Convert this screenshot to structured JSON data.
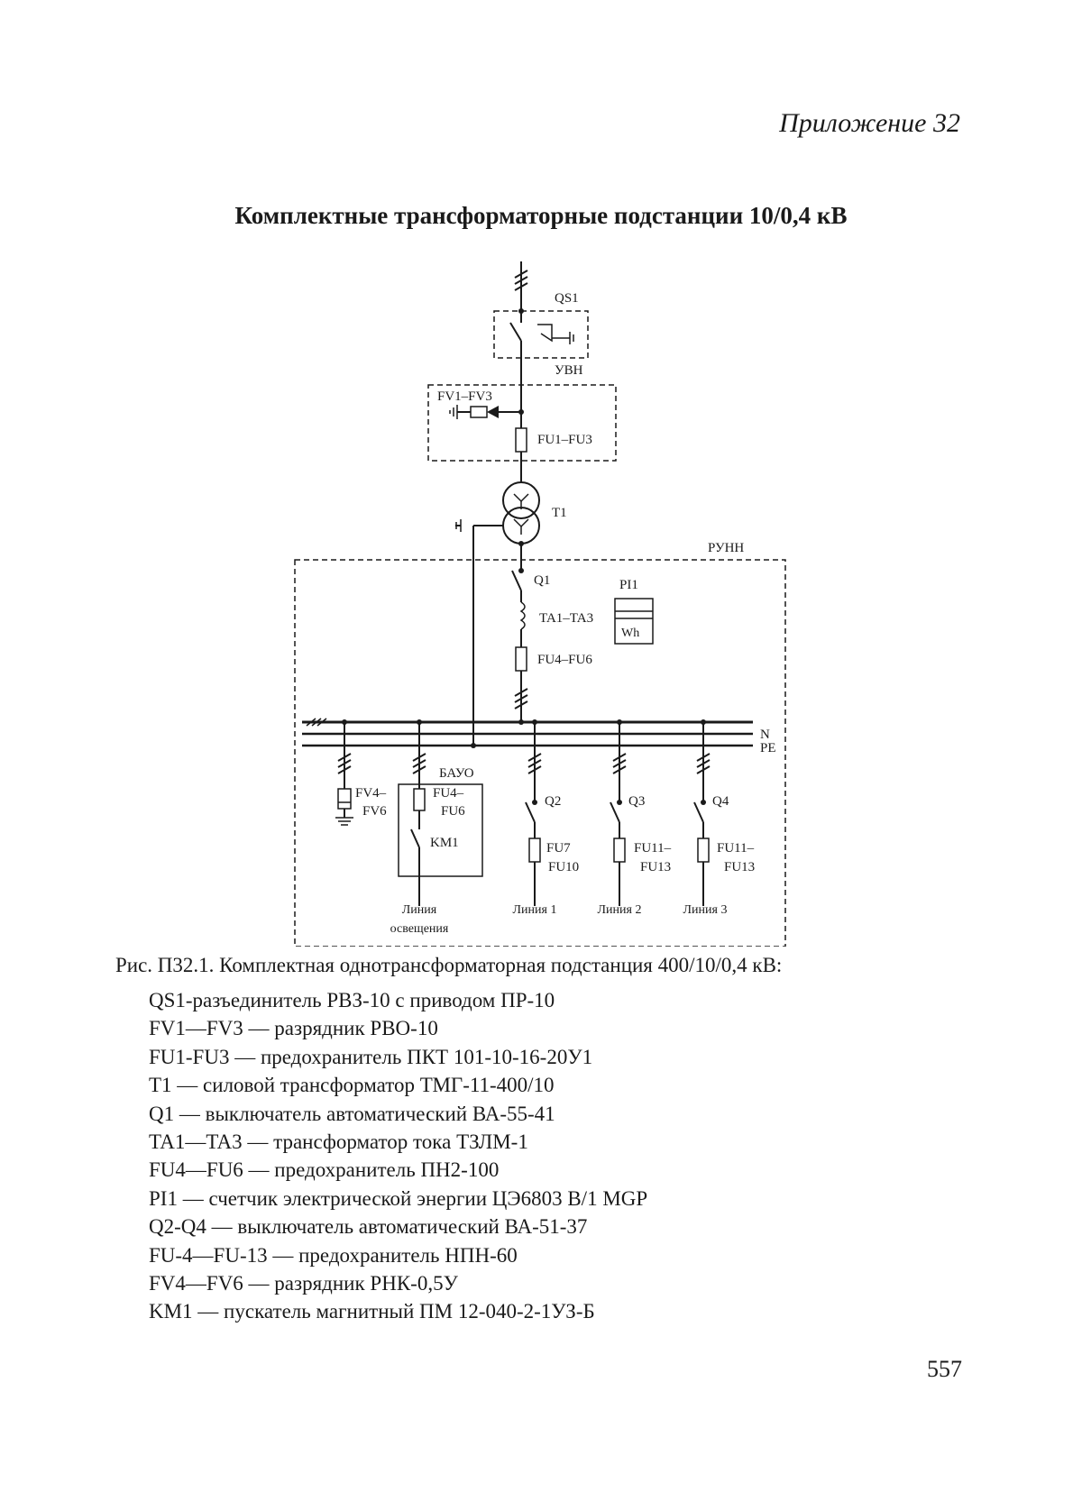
{
  "header": {
    "appendix": "Приложение 32"
  },
  "title": "Комплектные трансформаторные подстанции 10/0,4 кВ",
  "diagram": {
    "labels": {
      "qs1": "QS1",
      "uvn": "УВН",
      "fv1_fv3": "FV1–FV3",
      "fu1_fu3": "FU1–FU3",
      "t1": "T1",
      "runn": "РУНН",
      "q1": "Q1",
      "pi1": "PI1",
      "wh": "Wh",
      "ta1_ta3": "TA1–TA3",
      "fu4_fu6_main": "FU4–FU6",
      "n": "N",
      "pe": "PE",
      "bauo": "БАУО",
      "fv4_a": "FV4–",
      "fv4_b": "FV6",
      "fu4_a": "FU4–",
      "fu4_b": "FU6",
      "km1": "KM1",
      "q2": "Q2",
      "q3": "Q3",
      "q4": "Q4",
      "fu7_a": "FU7",
      "fu7_b": "FU10",
      "fu11_a": "FU11–",
      "fu11_b": "FU13",
      "fu11c_a": "FU11–",
      "fu11c_b": "FU13",
      "line_light_a": "Линия",
      "line_light_b": "освещения",
      "line1": "Линия 1",
      "line2": "Линия 2",
      "line3": "Линия 3"
    }
  },
  "caption": "Рис. П32.1. Комплектная однотрансформаторная подстанция 400/10/0,4 кВ:",
  "legend": [
    "QS1-разъединитель РВЗ-10 с приводом ПР-10",
    "FV1—FV3 — разрядник РВО-10",
    "FU1-FU3 — предохранитель ПКТ 101-10-16-20У1",
    "T1 — силовой трансформатор ТМГ-11-400/10",
    "Q1 — выключатель автоматический ВА-55-41",
    "TA1—TA3 — трансформатор тока ТЗЛМ-1",
    "FU4—FU6 — предохранитель ПН2-100",
    "PI1 — счетчик электрической энергии ЦЭ6803 В/1 MGP",
    "Q2-Q4 — выключатель автоматический ВА-51-37",
    "FU-4—FU-13 — предохранитель НПН-60",
    "FV4—FV6 — разрядник РНК-0,5У",
    "KM1 — пускатель магнитный ПМ 12-040-2-1УЗ-Б"
  ],
  "page_number": "557"
}
